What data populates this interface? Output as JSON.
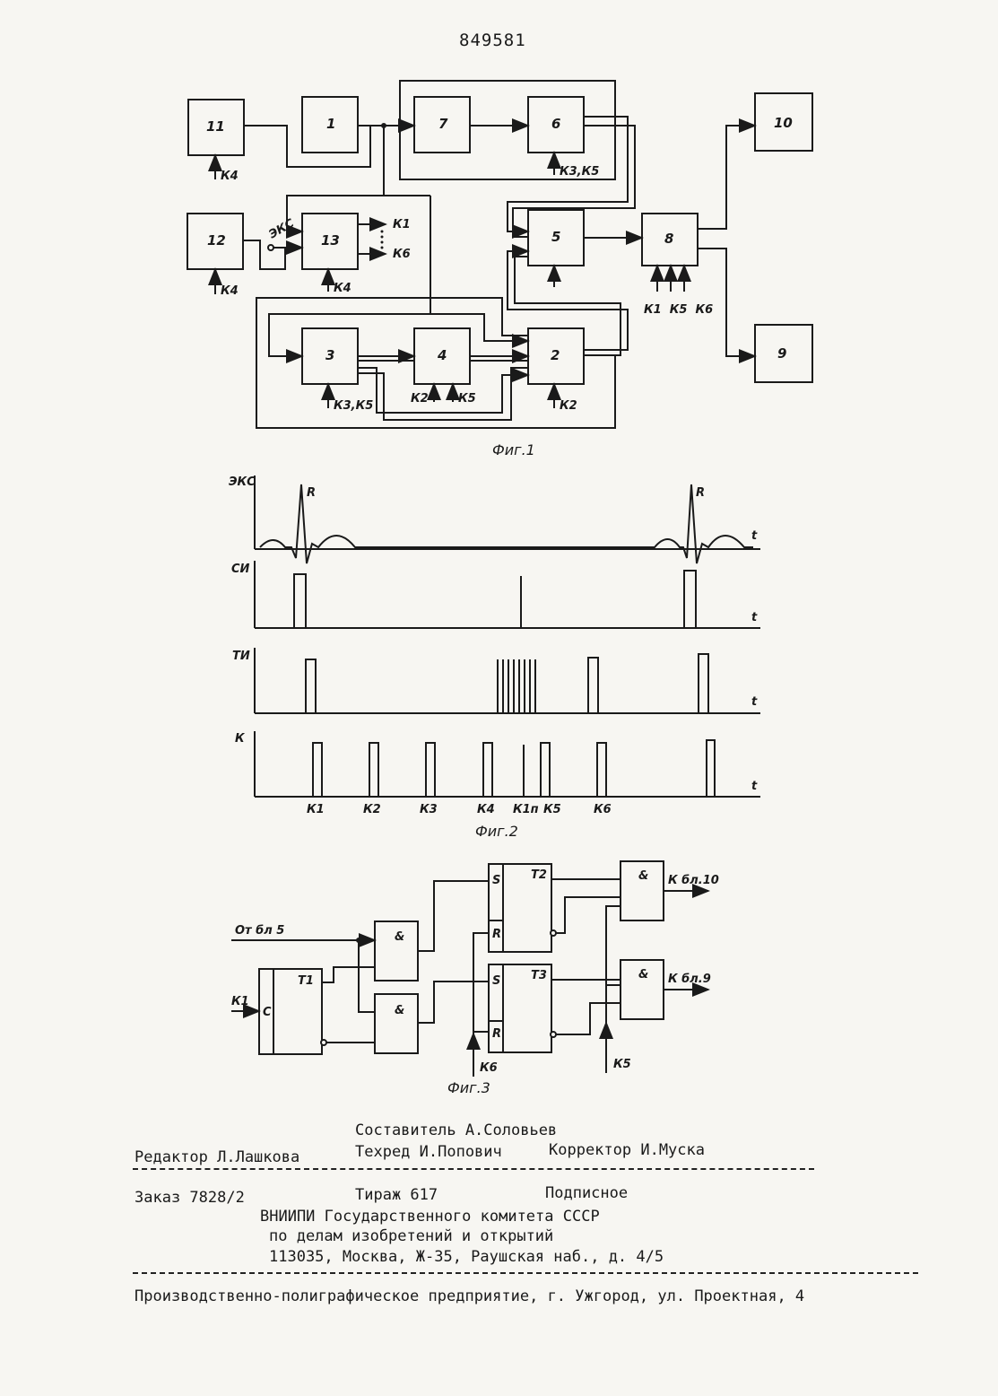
{
  "patent_number": "849581",
  "fig1": {
    "caption": "Фиг.1",
    "blocks": [
      "11",
      "1",
      "7",
      "6",
      "10",
      "12",
      "13",
      "5",
      "8",
      "3",
      "4",
      "2",
      "9"
    ],
    "labels": {
      "k4_a": "К4",
      "k4_b": "К4",
      "k4_c": "К4",
      "k1": "К1",
      "k6": "К6",
      "eks": "ЭКС",
      "k3k5_top": "К3,К5",
      "k1k5k6": "К1  К5  К6",
      "k3k5": "К3,К5",
      "k2": "К2",
      "k5": "К5",
      "k2b": "К2"
    }
  },
  "fig2": {
    "caption": "Фиг.2",
    "rows": [
      "ЭКС",
      "СИ",
      "ТИ",
      "К"
    ],
    "peak_label": "R",
    "t": "t",
    "k_labels": [
      "К1",
      "К2",
      "К3",
      "К4",
      "К1п",
      "К5",
      "К6"
    ]
  },
  "fig3": {
    "caption": "Фиг.3",
    "from5": "От бл 5",
    "k1": "К1",
    "t1": "Т1",
    "t2": "Т2",
    "t3": "Т3",
    "amp": "&",
    "c": "C",
    "s": "S",
    "r": "R",
    "to10": "К бл.10",
    "to9": "К бл.9",
    "k6": "К6",
    "k5": "К5"
  },
  "colophon": {
    "composer": "Составитель А.Соловьев",
    "editor": "Редактор Л.Лашкова",
    "techred": "Техред И.Попович",
    "corrector": "Корректор И.Муска",
    "order": "Заказ 7828/2",
    "print_run": "Тираж 617",
    "subscription": "Подписное",
    "org1": "ВНИИПИ Государственного комитета СССР",
    "org2": "по делам изобретений и открытий",
    "address": "113035, Москва, Ж-35, Раушская наб., д. 4/5",
    "printer": "Производственно-полиграфическое предприятие, г. Ужгород, ул. Проектная, 4"
  }
}
